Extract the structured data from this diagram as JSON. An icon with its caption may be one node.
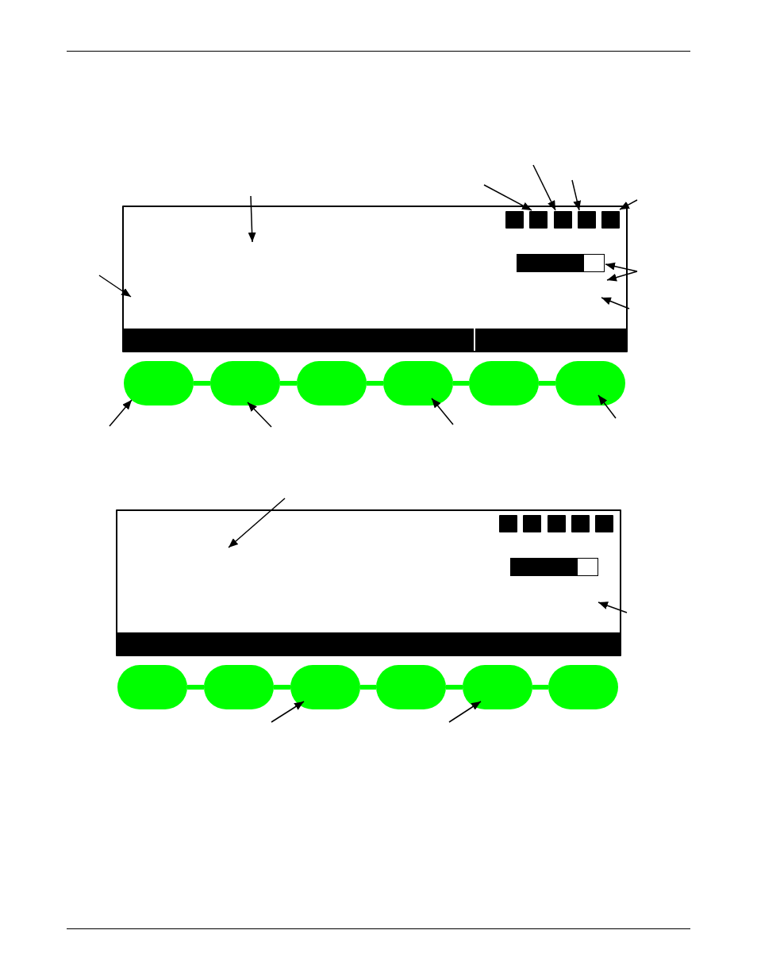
{
  "diagram": {
    "nodes": [
      {
        "text": [],
        "shape": "box"
      },
      {
        "text": [],
        "shape": "box",
        "in": 0
      },
      {
        "text": [],
        "shape": "box",
        "in": 0
      },
      {
        "text": [],
        "shape": "box",
        "in": 0
      },
      {
        "text": [],
        "shape": "box",
        "in": 0
      },
      {
        "text": [],
        "shape": "box",
        "in": 0
      },
      {
        "text": [],
        "shape": "bar",
        "in": 0
      },
      {
        "text": [],
        "shape": "bar",
        "in": 0
      },
      {
        "text": [],
        "shape": "bar",
        "in": 0
      },
      {
        "text": [],
        "shape": "box"
      },
      {
        "text": [],
        "shape": "box"
      },
      {
        "text": [],
        "shape": "box"
      },
      {
        "text": [],
        "shape": "box"
      },
      {
        "text": [],
        "shape": "box"
      },
      {
        "text": [],
        "shape": "box"
      },
      {
        "text": [],
        "shape": "box"
      },
      {
        "text": [],
        "shape": "box",
        "in": 15
      },
      {
        "text": [],
        "shape": "box",
        "in": 15
      },
      {
        "text": [],
        "shape": "box",
        "in": 15
      },
      {
        "text": [],
        "shape": "box",
        "in": 15
      },
      {
        "text": [],
        "shape": "box",
        "in": 15
      },
      {
        "text": [],
        "shape": "bar",
        "in": 15
      },
      {
        "text": [],
        "shape": "bar",
        "in": 15
      },
      {
        "text": [],
        "shape": "box"
      },
      {
        "text": [],
        "shape": "box"
      },
      {
        "text": [],
        "shape": "box"
      },
      {
        "text": [],
        "shape": "box"
      },
      {
        "text": [],
        "shape": "box"
      },
      {
        "text": [],
        "shape": "box"
      }
    ],
    "edges": [
      {
        "from": 0,
        "to": null,
        "arrow": "to"
      },
      {
        "from": null,
        "to": 2,
        "arrow": "to"
      },
      {
        "from": null,
        "to": 3,
        "arrow": "to"
      },
      {
        "from": null,
        "to": 4,
        "arrow": "to"
      },
      {
        "from": null,
        "to": 5,
        "arrow": "to"
      },
      {
        "from": null,
        "to": 6,
        "arrow": "to"
      },
      {
        "from": null,
        "to": 0,
        "arrow": "to"
      },
      {
        "from": null,
        "to": 0,
        "arrow": "to"
      },
      {
        "from": 0,
        "to": null,
        "arrow": "to"
      },
      {
        "from": null,
        "to": 9,
        "arrow": "to"
      },
      {
        "from": null,
        "to": 10,
        "arrow": "to"
      },
      {
        "from": null,
        "to": 12,
        "arrow": "to"
      },
      {
        "from": null,
        "to": 14,
        "arrow": "to"
      },
      {
        "from": 9,
        "to": 10,
        "arrow": "none",
        "style": "thick",
        "color": "#00ff00"
      },
      {
        "from": 10,
        "to": 11,
        "arrow": "none",
        "style": "thick",
        "color": "#00ff00"
      },
      {
        "from": 11,
        "to": 12,
        "arrow": "none",
        "style": "thick",
        "color": "#00ff00"
      },
      {
        "from": 12,
        "to": 13,
        "arrow": "none",
        "style": "thick",
        "color": "#00ff00"
      },
      {
        "from": 13,
        "to": 14,
        "arrow": "none",
        "style": "thick",
        "color": "#00ff00"
      },
      {
        "from": 15,
        "to": null,
        "arrow": "to"
      },
      {
        "from": 15,
        "to": null,
        "arrow": "to"
      },
      {
        "from": null,
        "to": 25,
        "arrow": "to"
      },
      {
        "from": null,
        "to": 27,
        "arrow": "to"
      },
      {
        "from": 23,
        "to": 24,
        "arrow": "none",
        "style": "thick",
        "color": "#00ff00"
      },
      {
        "from": 24,
        "to": 25,
        "arrow": "none",
        "style": "thick",
        "color": "#00ff00"
      },
      {
        "from": 25,
        "to": 26,
        "arrow": "none",
        "style": "thick",
        "color": "#00ff00"
      },
      {
        "from": 26,
        "to": 27,
        "arrow": "none",
        "style": "thick",
        "color": "#00ff00"
      },
      {
        "from": 27,
        "to": 28,
        "arrow": "none",
        "style": "thick",
        "color": "#00ff00"
      }
    ]
  }
}
